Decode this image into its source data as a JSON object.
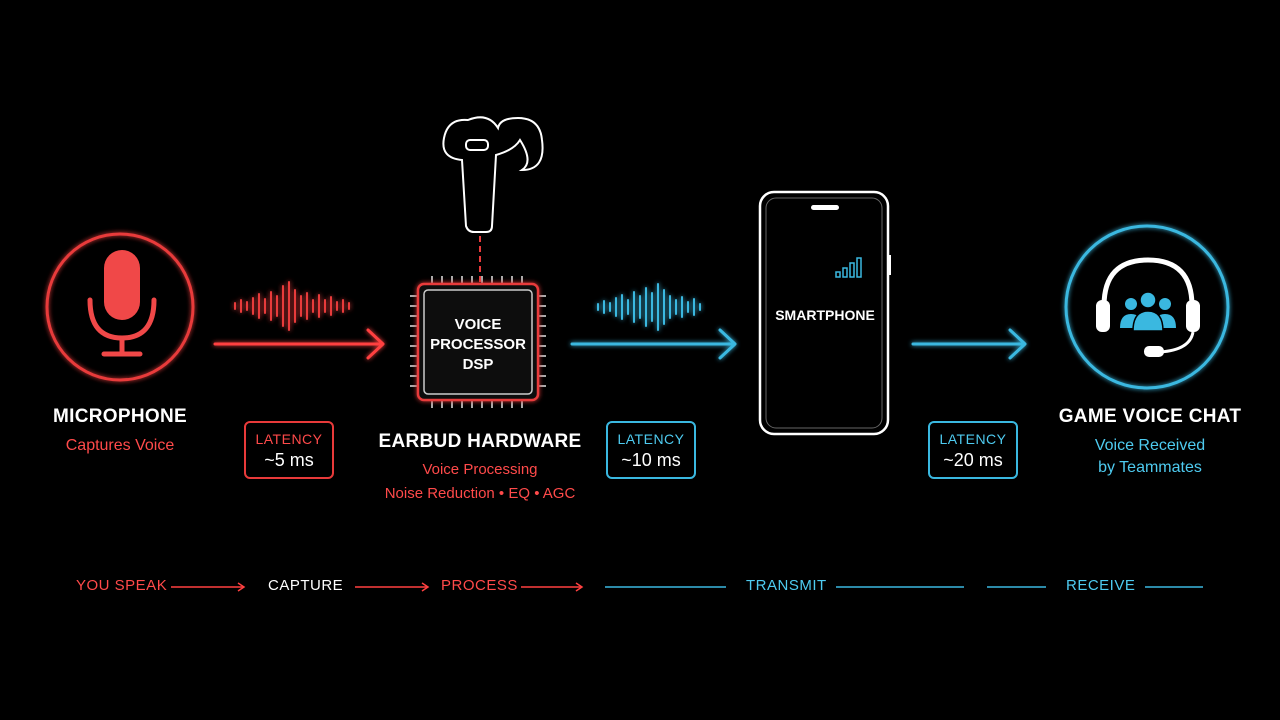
{
  "colors": {
    "background": "#000000",
    "red_accent": "#ff4a4a",
    "blue_accent": "#4ecbf0",
    "outline_white": "#ffffff"
  },
  "nodes": {
    "microphone": {
      "title": "MICROPHONE",
      "subtitle": "Captures Voice",
      "icon": "microphone-icon"
    },
    "earbud": {
      "chip_label_1": "VOICE",
      "chip_label_2": "PROCESSOR",
      "chip_label_3": "DSP",
      "title": "EARBUD HARDWARE",
      "subtitle_1": "Voice Processing",
      "subtitle_2": "Noise Reduction • EQ • AGC",
      "icon": "earbud-icon"
    },
    "smartphone": {
      "screen_label": "SMARTPHONE",
      "icon": "signal-bars-icon"
    },
    "game_chat": {
      "title": "GAME VOICE CHAT",
      "subtitle_1": "Voice Received",
      "subtitle_2": "by Teammates",
      "icon": "headset-team-icon"
    }
  },
  "latency": [
    {
      "label": "LATENCY",
      "value": "~5 ms"
    },
    {
      "label": "LATENCY",
      "value": "~10 ms"
    },
    {
      "label": "LATENCY",
      "value": "~20 ms"
    }
  ],
  "stages": [
    "YOU SPEAK",
    "CAPTURE",
    "PROCESS",
    "TRANSMIT",
    "RECEIVE"
  ]
}
